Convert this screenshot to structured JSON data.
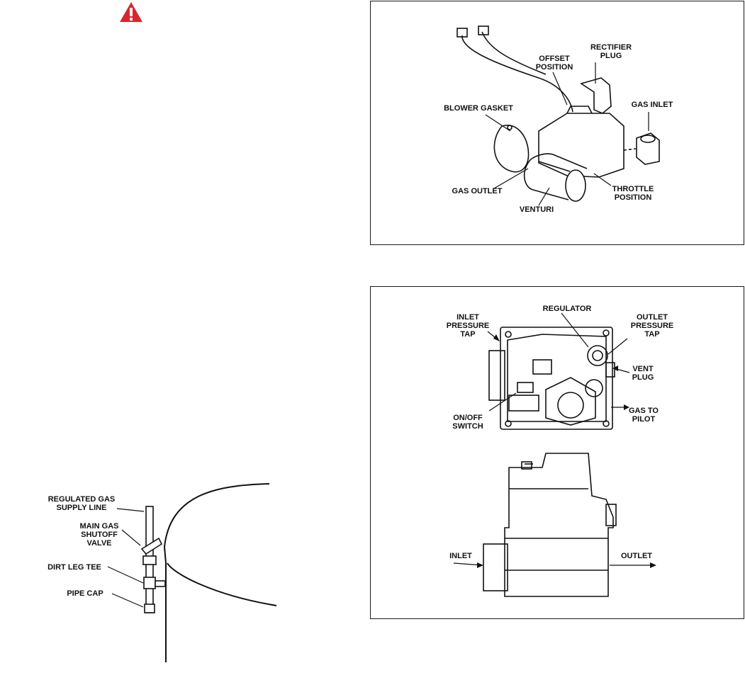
{
  "warning": {
    "icon": "warning-triangle-icon",
    "color": "#e0232b"
  },
  "left_diagram": {
    "labels": {
      "regulated_gas_supply_line": "REGULATED GAS\nSUPPLY LINE",
      "main_gas_shutoff_valve": "MAIN GAS\nSHUTOFF\nVALVE",
      "dirt_leg_tee": "DIRT LEG TEE",
      "pipe_cap": "PIPE CAP"
    }
  },
  "top_diagram": {
    "labels": {
      "offset_position": "OFFSET\nPOSITION",
      "rectifier_plug": "RECTIFIER\nPLUG",
      "blower_gasket": "BLOWER GASKET",
      "gas_inlet": "GAS INLET",
      "gas_outlet": "GAS OUTLET",
      "throttle_position": "THROTTLE\nPOSITION",
      "venturi": "VENTURI"
    }
  },
  "bottom_diagram": {
    "labels": {
      "regulator": "REGULATOR",
      "inlet_pressure_tap": "INLET\nPRESSURE\nTAP",
      "outlet_pressure_tap": "OUTLET\nPRESSURE\nTAP",
      "vent_plug": "VENT\nPLUG",
      "on_off_switch": "ON/OFF\nSWITCH",
      "gas_to_pilot": "GAS TO\nPILOT",
      "inlet": "INLET",
      "outlet": "OUTLET"
    }
  }
}
